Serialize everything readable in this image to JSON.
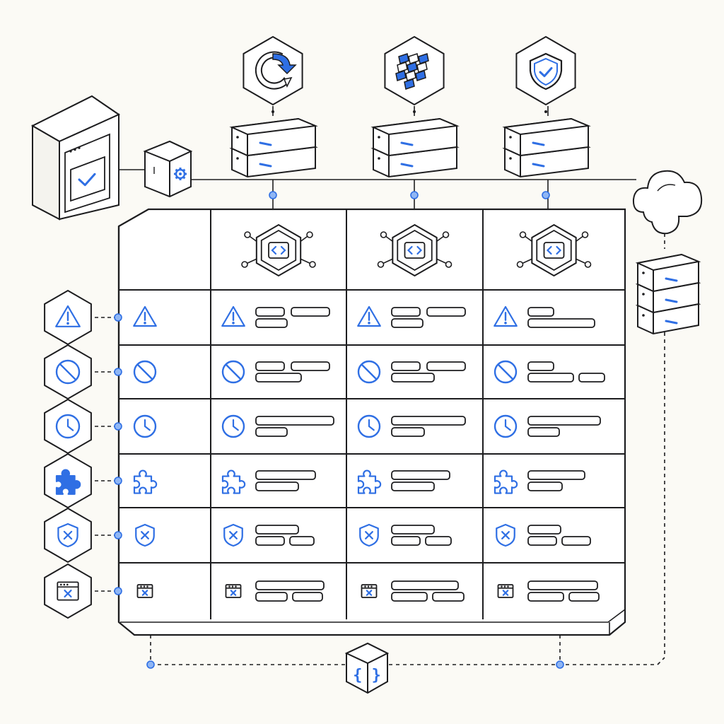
{
  "colors": {
    "background": "#fbfaf5",
    "stroke": "#1d1d1f",
    "accent": "#2f6fe4",
    "panel": "#ffffff"
  },
  "services": [
    {
      "name": "refresh-sync-service",
      "icon": "refresh-icon"
    },
    {
      "name": "data-blocks-service",
      "icon": "checker-blocks-icon"
    },
    {
      "name": "security-service",
      "icon": "shield-check-icon"
    }
  ],
  "columns": [
    {
      "icon": "code-hex-icon"
    },
    {
      "icon": "code-hex-icon"
    },
    {
      "icon": "code-hex-icon"
    }
  ],
  "rows": [
    {
      "icon": "warning-icon",
      "kind": "warning"
    },
    {
      "icon": "blocked-icon",
      "kind": "blocked"
    },
    {
      "icon": "clock-icon",
      "kind": "clock"
    },
    {
      "icon": "puzzle-icon",
      "kind": "puzzle"
    },
    {
      "icon": "shield-x-icon",
      "kind": "shieldx"
    },
    {
      "icon": "window-x-icon",
      "kind": "windowx"
    }
  ],
  "left_panel": {
    "icon": "window-check-icon"
  },
  "connector": {
    "icon": "gear-cube-icon"
  },
  "cloud": {
    "icon": "cloud-icon"
  },
  "footer": {
    "icon": "json-braces-icon",
    "label": "{ }"
  }
}
